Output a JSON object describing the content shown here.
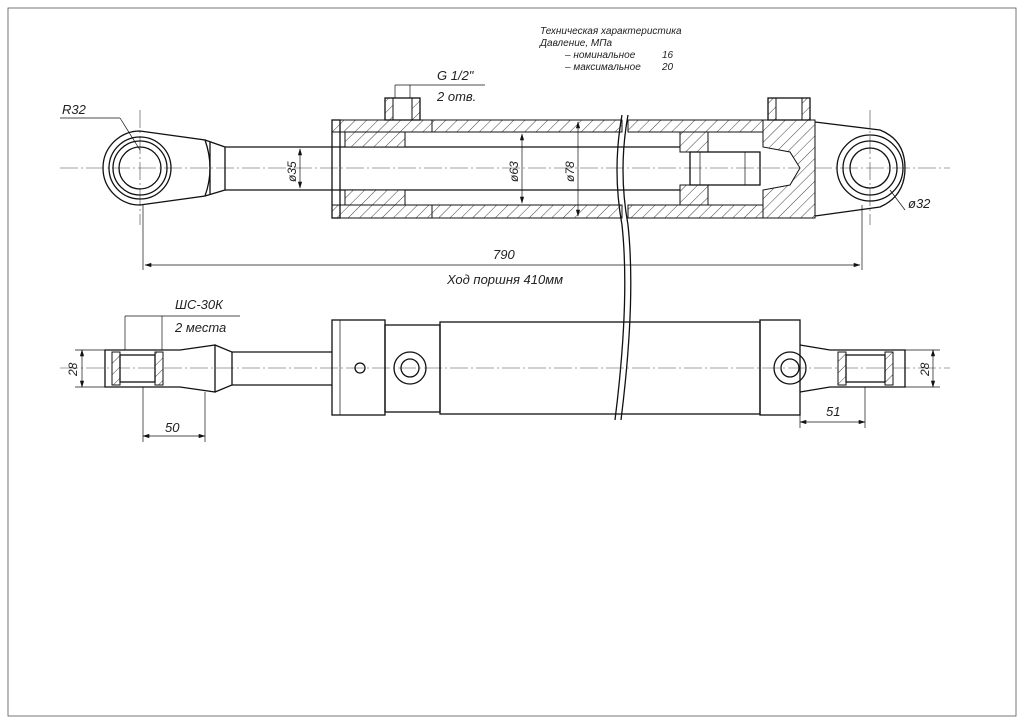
{
  "spec": {
    "title": "Техническая характеристика",
    "pressure": "Давление, МПа",
    "nominal_label": "– номинальное",
    "nominal_value": "16",
    "max_label": "– максимальное",
    "max_value": "20"
  },
  "top_view": {
    "port_thread": "G 1/2\"",
    "port_count": "2 отв.",
    "eye_radius": "R32",
    "rod_diameter": "ø35",
    "bore_diameter": "ø63",
    "barrel_diameter": "ø78",
    "pin_diameter": "ø32",
    "overall_length": "790",
    "stroke": "Ход поршня 410мм"
  },
  "bottom_view": {
    "bearing": "ШС-30К",
    "bearing_count": "2 места",
    "left_width": "28",
    "right_width": "28",
    "left_length": "50",
    "right_length": "51"
  }
}
